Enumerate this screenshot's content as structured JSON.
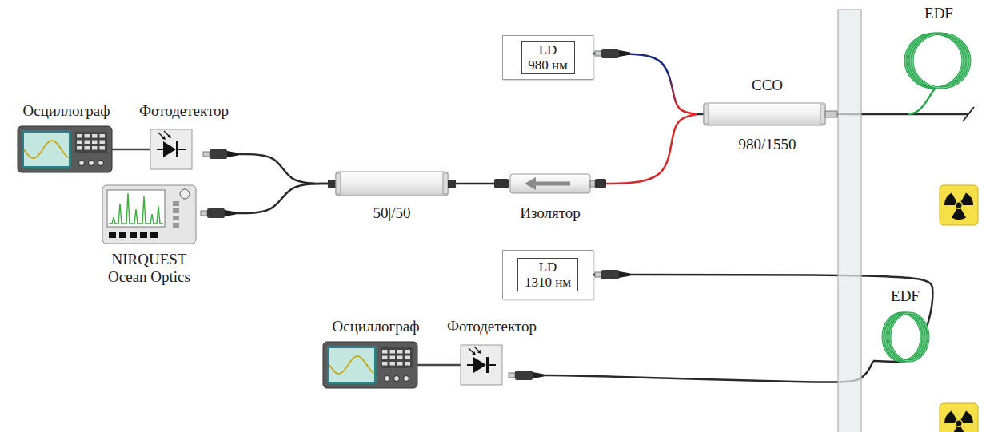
{
  "diagram": {
    "nodes": [
      {
        "text": [
          "Осциллограф"
        ]
      },
      {
        "text": [
          "Фотодетектор"
        ]
      },
      {
        "text": [
          "NIRQUEST Ocean Optics"
        ]
      },
      {
        "text": [
          "50|/50"
        ]
      },
      {
        "text": [
          "Изолятор"
        ]
      },
      {
        "text": [
          "LD 980 нм"
        ]
      },
      {
        "text": [
          "ССО",
          "980/1550"
        ]
      },
      {
        "text": [
          "EDF"
        ]
      },
      {
        "text": [
          "LD 1310 нм"
        ]
      },
      {
        "text": [
          "EDF"
        ]
      },
      {
        "text": [
          "Осциллограф"
        ]
      },
      {
        "text": [
          "Фотодетектор"
        ]
      }
    ],
    "edges": [
      {
        "from": 0,
        "to": 1,
        "arrow": "none"
      },
      {
        "from": 1,
        "to": 3,
        "arrow": "none"
      },
      {
        "from": 2,
        "to": 3,
        "arrow": "none"
      },
      {
        "from": 3,
        "to": 4,
        "arrow": "none"
      },
      {
        "from": 4,
        "to": 6,
        "arrow": "none"
      },
      {
        "from": 5,
        "to": 6,
        "arrow": "none"
      },
      {
        "from": 6,
        "to": 7,
        "arrow": "none"
      },
      {
        "from": 8,
        "to": 9,
        "arrow": "none"
      },
      {
        "from": 9,
        "to": 11,
        "arrow": "none"
      },
      {
        "from": 10,
        "to": 11,
        "arrow": "none"
      }
    ]
  }
}
